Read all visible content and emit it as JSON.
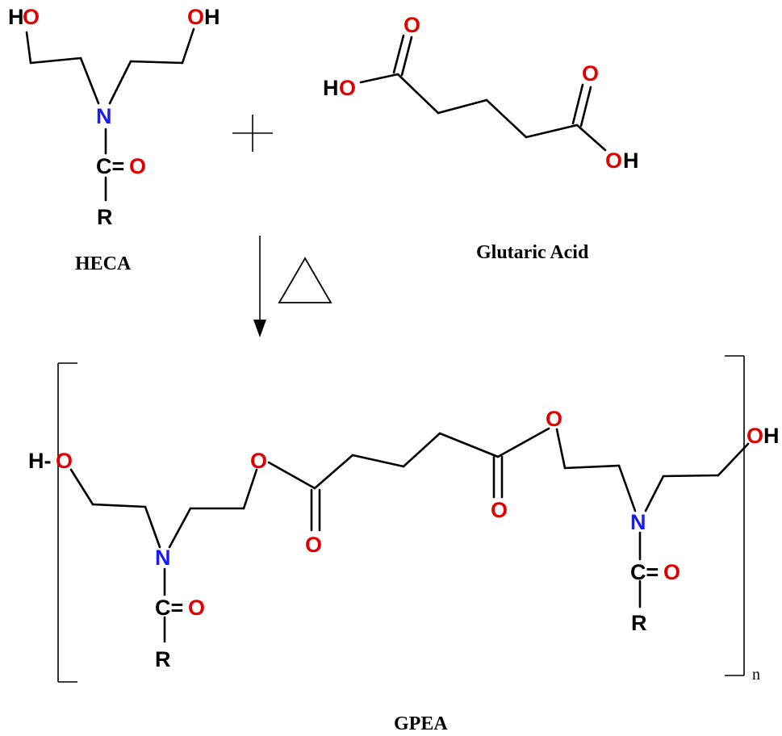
{
  "colors": {
    "bond": "#000000",
    "oxygen": "#e10000",
    "nitrogen": "#1a1aff",
    "carbon": "#000000"
  },
  "reactant1": {
    "name": "HECA",
    "ho_left": {
      "h": "H",
      "o": "O"
    },
    "oh_right": {
      "o": "O",
      "h": "H"
    },
    "n": "N",
    "carbonyl": {
      "c": "C=",
      "o": "O"
    },
    "r": "R"
  },
  "plus": "+",
  "reactant2": {
    "name": "Glutaric Acid",
    "ho_left": {
      "h": "H",
      "o": "O"
    },
    "o_top_left": "O",
    "o_top_right": "O",
    "oh_right": {
      "o": "O",
      "h": "H"
    }
  },
  "condition": {
    "heat_icon": "triangle-heat-icon"
  },
  "product": {
    "name": "GPEA",
    "h_end": {
      "h": "H-",
      "o": "O"
    },
    "n_left": "N",
    "carbonyl_left": {
      "c": "C=",
      "o": "O"
    },
    "r_left": "R",
    "ester_o1": "O",
    "carbonyl_o1": "O",
    "carbonyl_o2": "O",
    "ester_o2": "O",
    "n_right": "N",
    "carbonyl_right": {
      "c": "C=",
      "o": "O"
    },
    "r_right": "R",
    "oh_end": {
      "o": "O",
      "h": "H"
    },
    "repeat_subscript": "n"
  }
}
